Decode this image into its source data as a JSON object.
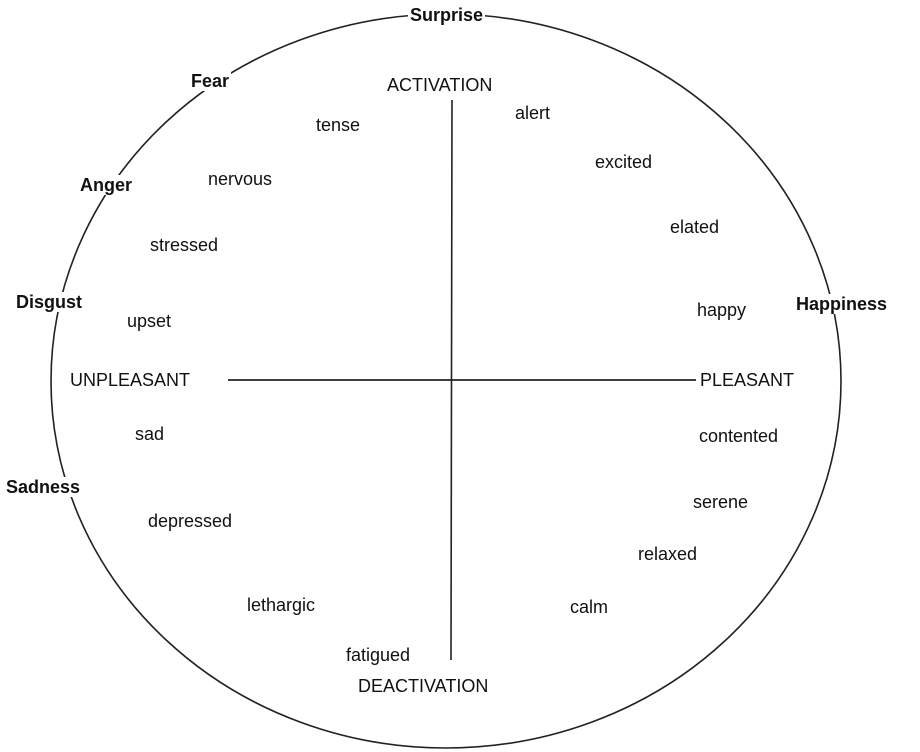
{
  "title": "Circumplex model of affect",
  "axes": {
    "top": "ACTIVATION",
    "bottom": "DEACTIVATION",
    "left": "UNPLEASANT",
    "right": "PLEASANT"
  },
  "basic_emotions": {
    "surprise": "Surprise",
    "fear": "Fear",
    "anger": "Anger",
    "disgust": "Disgust",
    "sadness": "Sadness",
    "happiness": "Happiness"
  },
  "affect_words": {
    "tense": "tense",
    "alert": "alert",
    "nervous": "nervous",
    "excited": "excited",
    "stressed": "stressed",
    "elated": "elated",
    "upset": "upset",
    "happy": "happy",
    "sad": "sad",
    "contented": "contented",
    "depressed": "depressed",
    "serene": "serene",
    "relaxed": "relaxed",
    "lethargic": "lethargic",
    "calm": "calm",
    "fatigued": "fatigued"
  }
}
